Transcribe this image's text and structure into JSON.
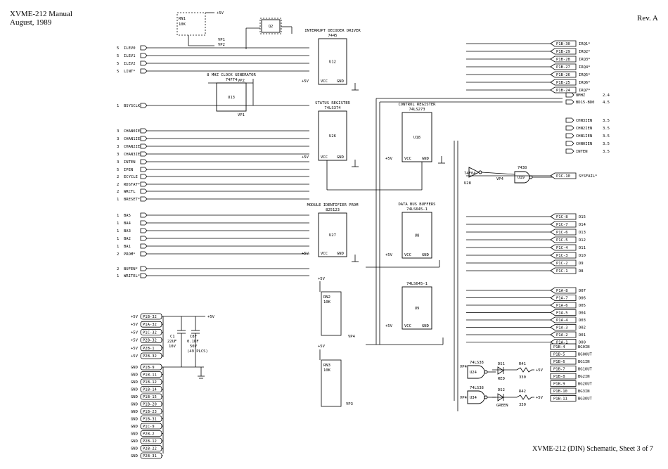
{
  "header": {
    "title_line1": "XVME-212 Manual",
    "title_line2": "August, 1989",
    "revision": "Rev. A"
  },
  "footer": {
    "caption": "XVME-212 (DIN) Schematic, Sheet 3 of 7"
  },
  "left_inputs": [
    {
      "pin": "5",
      "name": "ILEV0"
    },
    {
      "pin": "5",
      "name": "ILEV1"
    },
    {
      "pin": "5",
      "name": "ILEV2"
    },
    {
      "pin": "5",
      "name": "LINT*"
    },
    {
      "pin": "1",
      "name": "BSYSCLK"
    },
    {
      "pin": "3",
      "name": "CHAN0IEN"
    },
    {
      "pin": "3",
      "name": "CHAN1IEN"
    },
    {
      "pin": "3",
      "name": "CHAN2IEN"
    },
    {
      "pin": "3",
      "name": "CHAN3IEN"
    },
    {
      "pin": "3",
      "name": "INTEN"
    },
    {
      "pin": "5",
      "name": "IPEN"
    },
    {
      "pin": "2",
      "name": "ECYCLE"
    },
    {
      "pin": "2",
      "name": "RDSTAT*"
    },
    {
      "pin": "2",
      "name": "WRCTL"
    },
    {
      "pin": "1",
      "name": "BRESET*"
    },
    {
      "pin": "1",
      "name": "BA5"
    },
    {
      "pin": "1",
      "name": "BA4"
    },
    {
      "pin": "1",
      "name": "BA3"
    },
    {
      "pin": "1",
      "name": "BA2"
    },
    {
      "pin": "1",
      "name": "BA1"
    },
    {
      "pin": "2",
      "name": "PROM*"
    },
    {
      "pin": "2",
      "name": "BUFEN*"
    },
    {
      "pin": "1",
      "name": "WRITEL*"
    }
  ],
  "chips": {
    "u12": {
      "ref": "U12",
      "part": "7445",
      "title": "INTERRUPT DECODER DRIVER"
    },
    "u13": {
      "ref": "U13",
      "part": "74F74",
      "title": "8 MHZ CLOCK GENERATOR"
    },
    "u26": {
      "ref": "U26",
      "part": "74LS374",
      "title": "STATUS REGISTER"
    },
    "u18": {
      "ref": "U18",
      "part": "74LS273",
      "title": "CONTROL REGISTER"
    },
    "u27": {
      "ref": "U27",
      "part": "825123",
      "title": "MODULE IDENTIFIER PROM"
    },
    "u8": {
      "ref": "U8",
      "part": "74LS645-1",
      "title": "DATA BUS BUFFERS"
    },
    "u9": {
      "ref": "U9",
      "part": "74LS645-1",
      "title": ""
    },
    "u28": {
      "ref": "U28",
      "part": "74F04",
      "title": ""
    },
    "u19": {
      "ref": "U19",
      "part": "7438",
      "title": ""
    },
    "u24": {
      "ref": "U24",
      "part": "74LS38",
      "title": ""
    },
    "u34": {
      "ref": "U34",
      "part": "74LS38",
      "title": ""
    },
    "q2": {
      "ref": "Q2",
      "part": "",
      "title": ""
    }
  },
  "right_outputs": {
    "irq": [
      {
        "conn": "P1B-30",
        "name": "IRQ1*"
      },
      {
        "conn": "P1B-29",
        "name": "IRQ2*"
      },
      {
        "conn": "P1B-28",
        "name": "IRQ3*"
      },
      {
        "conn": "P1B-27",
        "name": "IRQ4*"
      },
      {
        "conn": "P1B-26",
        "name": "IRQ5*"
      },
      {
        "conn": "P1B-25",
        "name": "IRQ6*"
      },
      {
        "conn": "P1B-24",
        "name": "IRQ7*"
      }
    ],
    "clk": [
      {
        "name": "8MHZ",
        "sheet": "2.4"
      },
      {
        "name": "BD15-BD0",
        "sheet": "4.5"
      }
    ],
    "ctrl": [
      {
        "name": "CHN3IEN",
        "sheet": "3.5"
      },
      {
        "name": "CHN2IEN",
        "sheet": "3.5"
      },
      {
        "name": "CHN1IEN",
        "sheet": "3.5"
      },
      {
        "name": "CHN0IEN",
        "sheet": "3.5"
      },
      {
        "name": "INTEN",
        "sheet": "3.5"
      }
    ],
    "sysfail": {
      "conn": "P1C-10",
      "name": "SYSFAIL*"
    },
    "data_hi": [
      {
        "conn": "P1C-8",
        "name": "D15"
      },
      {
        "conn": "P1C-7",
        "name": "D14"
      },
      {
        "conn": "P1C-6",
        "name": "D13"
      },
      {
        "conn": "P1C-5",
        "name": "D12"
      },
      {
        "conn": "P1C-4",
        "name": "D11"
      },
      {
        "conn": "P1C-3",
        "name": "D10"
      },
      {
        "conn": "P1C-2",
        "name": "D9"
      },
      {
        "conn": "P1C-1",
        "name": "D8"
      }
    ],
    "data_lo": [
      {
        "conn": "P1A-8",
        "name": "D07"
      },
      {
        "conn": "P1A-7",
        "name": "D06"
      },
      {
        "conn": "P1A-6",
        "name": "D05"
      },
      {
        "conn": "P1A-5",
        "name": "D04"
      },
      {
        "conn": "P1A-4",
        "name": "D03"
      },
      {
        "conn": "P1A-3",
        "name": "D02"
      },
      {
        "conn": "P1A-2",
        "name": "D01"
      },
      {
        "conn": "P1A-1",
        "name": "D00"
      }
    ],
    "bg": [
      {
        "conn": "P1B-4",
        "name": "BG0IN"
      },
      {
        "conn": "P1B-5",
        "name": "BG0OUT"
      },
      {
        "conn": "P1B-6",
        "name": "BG1IN"
      },
      {
        "conn": "P1B-7",
        "name": "BG1OUT"
      },
      {
        "conn": "P1B-8",
        "name": "BG2IN"
      },
      {
        "conn": "P1B-9",
        "name": "BG2OUT"
      },
      {
        "conn": "P1B-10",
        "name": "BG3IN"
      },
      {
        "conn": "P1B-11",
        "name": "BG3OUT"
      }
    ]
  },
  "power": {
    "plus5": [
      {
        "net": "+5V",
        "conn": "P1B-32"
      },
      {
        "net": "+5V",
        "conn": "P1A-32"
      },
      {
        "net": "+5V",
        "conn": "P1C-32"
      },
      {
        "net": "+5V",
        "conn": "P2B-32"
      },
      {
        "net": "+5V",
        "conn": "P2B-1"
      },
      {
        "net": "+5V",
        "conn": "P2B-32"
      }
    ],
    "gnd": [
      {
        "net": "GND",
        "conn": "P1B-9"
      },
      {
        "net": "GND",
        "conn": "P1B-11"
      },
      {
        "net": "GND",
        "conn": "P1B-12"
      },
      {
        "net": "GND",
        "conn": "P1B-14"
      },
      {
        "net": "GND",
        "conn": "P1B-15"
      },
      {
        "net": "GND",
        "conn": "P1B-20"
      },
      {
        "net": "GND",
        "conn": "P1B-23"
      },
      {
        "net": "GND",
        "conn": "P1B-31"
      },
      {
        "net": "GND",
        "conn": "P1C-9"
      },
      {
        "net": "GND",
        "conn": "P2B-2"
      },
      {
        "net": "GND",
        "conn": "P2B-12"
      },
      {
        "net": "GND",
        "conn": "P2B-22"
      },
      {
        "net": "GND",
        "conn": "P2B-31"
      }
    ],
    "c1": {
      "ref": "C1",
      "value": "22UF",
      "rating": "10V"
    },
    "c8": {
      "ref": "C8F",
      "value": "0.1UF",
      "rating": "50V",
      "note": "(49 PLCS)"
    }
  },
  "resistors": {
    "rn1": {
      "ref": "RN1",
      "value": "10K"
    },
    "rn2": {
      "ref": "RN2",
      "value": "10K"
    },
    "rn3": {
      "ref": "RN3",
      "value": "10K"
    },
    "r41": {
      "ref": "R41",
      "value": "330"
    },
    "r42": {
      "ref": "R42",
      "value": "330"
    }
  },
  "leds": {
    "ds1": {
      "ref": "DS1",
      "color": "RED"
    },
    "ds2": {
      "ref": "DS2",
      "color": "GREEN"
    }
  },
  "misc": {
    "plus5v": "+5V",
    "vp1": "VP1",
    "vp2": "VP2",
    "vp3": "VP3",
    "vp4": "VP4",
    "gnd": "GND",
    "vcc": "VCC"
  }
}
